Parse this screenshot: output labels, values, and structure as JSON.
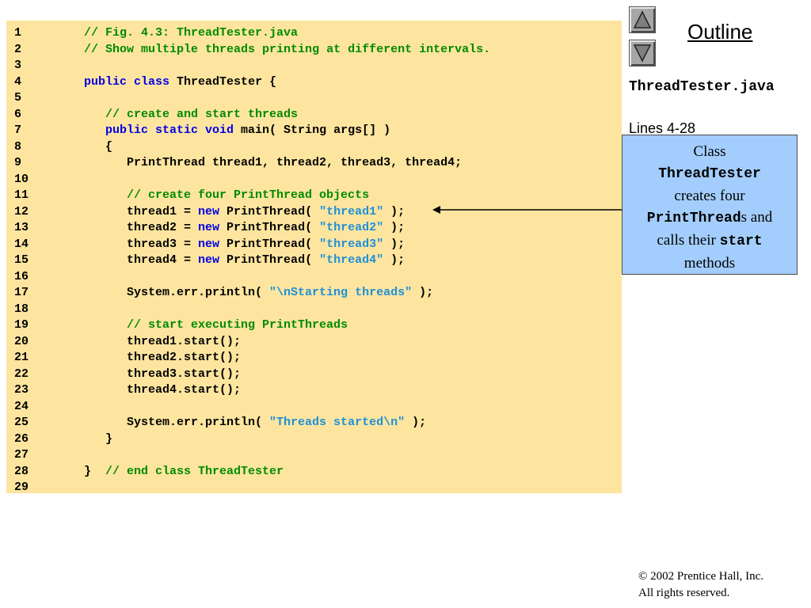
{
  "code": {
    "lines": [
      {
        "num": "1",
        "tokens": [
          {
            "t": "    ",
            "c": "plain"
          },
          {
            "t": "// Fig. 4.3: ThreadTester.java",
            "c": "cm"
          }
        ]
      },
      {
        "num": "2",
        "tokens": [
          {
            "t": "    ",
            "c": "plain"
          },
          {
            "t": "// Show multiple threads printing at different intervals.",
            "c": "cm"
          }
        ]
      },
      {
        "num": "3",
        "tokens": []
      },
      {
        "num": "4",
        "tokens": [
          {
            "t": "    ",
            "c": "plain"
          },
          {
            "t": "public class",
            "c": "kw"
          },
          {
            "t": " ThreadTester {",
            "c": "plain"
          }
        ]
      },
      {
        "num": "5",
        "tokens": []
      },
      {
        "num": "6",
        "tokens": [
          {
            "t": "       ",
            "c": "plain"
          },
          {
            "t": "// create and start threads",
            "c": "cm"
          }
        ]
      },
      {
        "num": "7",
        "tokens": [
          {
            "t": "       ",
            "c": "plain"
          },
          {
            "t": "public static void",
            "c": "kw"
          },
          {
            "t": " main( String args[] )",
            "c": "plain"
          }
        ]
      },
      {
        "num": "8",
        "tokens": [
          {
            "t": "       {",
            "c": "plain"
          }
        ]
      },
      {
        "num": "9",
        "tokens": [
          {
            "t": "          PrintThread thread1, thread2, thread3, thread4;",
            "c": "plain"
          }
        ]
      },
      {
        "num": "10",
        "tokens": []
      },
      {
        "num": "11",
        "tokens": [
          {
            "t": "          ",
            "c": "plain"
          },
          {
            "t": "// create four PrintThread objects",
            "c": "cm"
          }
        ]
      },
      {
        "num": "12",
        "tokens": [
          {
            "t": "          thread1 = ",
            "c": "plain"
          },
          {
            "t": "new",
            "c": "kw"
          },
          {
            "t": " PrintThread( ",
            "c": "plain"
          },
          {
            "t": "\"thread1\"",
            "c": "str"
          },
          {
            "t": " );",
            "c": "plain"
          }
        ]
      },
      {
        "num": "13",
        "tokens": [
          {
            "t": "          thread2 = ",
            "c": "plain"
          },
          {
            "t": "new",
            "c": "kw"
          },
          {
            "t": " PrintThread( ",
            "c": "plain"
          },
          {
            "t": "\"thread2\"",
            "c": "str"
          },
          {
            "t": " );",
            "c": "plain"
          }
        ]
      },
      {
        "num": "14",
        "tokens": [
          {
            "t": "          thread3 = ",
            "c": "plain"
          },
          {
            "t": "new",
            "c": "kw"
          },
          {
            "t": " PrintThread( ",
            "c": "plain"
          },
          {
            "t": "\"thread3\"",
            "c": "str"
          },
          {
            "t": " );",
            "c": "plain"
          }
        ]
      },
      {
        "num": "15",
        "tokens": [
          {
            "t": "          thread4 = ",
            "c": "plain"
          },
          {
            "t": "new",
            "c": "kw"
          },
          {
            "t": " PrintThread( ",
            "c": "plain"
          },
          {
            "t": "\"thread4\"",
            "c": "str"
          },
          {
            "t": " );",
            "c": "plain"
          }
        ]
      },
      {
        "num": "16",
        "tokens": []
      },
      {
        "num": "17",
        "tokens": [
          {
            "t": "          System.err.println( ",
            "c": "plain"
          },
          {
            "t": "\"\\nStarting threads\"",
            "c": "str"
          },
          {
            "t": " );",
            "c": "plain"
          }
        ]
      },
      {
        "num": "18",
        "tokens": []
      },
      {
        "num": "19",
        "tokens": [
          {
            "t": "          ",
            "c": "plain"
          },
          {
            "t": "// start executing PrintThreads",
            "c": "cm"
          }
        ]
      },
      {
        "num": "20",
        "tokens": [
          {
            "t": "          thread1.start();",
            "c": "plain"
          }
        ]
      },
      {
        "num": "21",
        "tokens": [
          {
            "t": "          thread2.start();",
            "c": "plain"
          }
        ]
      },
      {
        "num": "22",
        "tokens": [
          {
            "t": "          thread3.start();",
            "c": "plain"
          }
        ]
      },
      {
        "num": "23",
        "tokens": [
          {
            "t": "          thread4.start();",
            "c": "plain"
          }
        ]
      },
      {
        "num": "24",
        "tokens": []
      },
      {
        "num": "25",
        "tokens": [
          {
            "t": "          System.err.println( ",
            "c": "plain"
          },
          {
            "t": "\"Threads started\\n\"",
            "c": "str"
          },
          {
            "t": " );",
            "c": "plain"
          }
        ]
      },
      {
        "num": "26",
        "tokens": [
          {
            "t": "       }",
            "c": "plain"
          }
        ]
      },
      {
        "num": "27",
        "tokens": []
      },
      {
        "num": "28",
        "tokens": [
          {
            "t": "    }  ",
            "c": "plain"
          },
          {
            "t": "// end class ThreadTester",
            "c": "cm"
          }
        ]
      },
      {
        "num": "29",
        "tokens": []
      }
    ]
  },
  "sidebar": {
    "outline_title": "Outline",
    "file_title": "ThreadTester.java",
    "lines_label": "Lines 4-28",
    "nav_up_icon": "triangle-up-icon",
    "nav_down_icon": "triangle-down-icon"
  },
  "callout": {
    "w1": "Class",
    "w2": "ThreadTester",
    "w3": "creates four",
    "w4": "PrintThread",
    "w5": "s and",
    "w6": "calls their",
    "w7": "start",
    "w8": "methods"
  },
  "footer": {
    "line1": "© 2002 Prentice Hall, Inc.",
    "line2": "All rights reserved."
  },
  "colors": {
    "code_bg": "#fde59f",
    "keyword": "#0000e6",
    "comment": "#008a00",
    "string": "#1e90d8",
    "callout_bg": "#a3cdfc"
  }
}
